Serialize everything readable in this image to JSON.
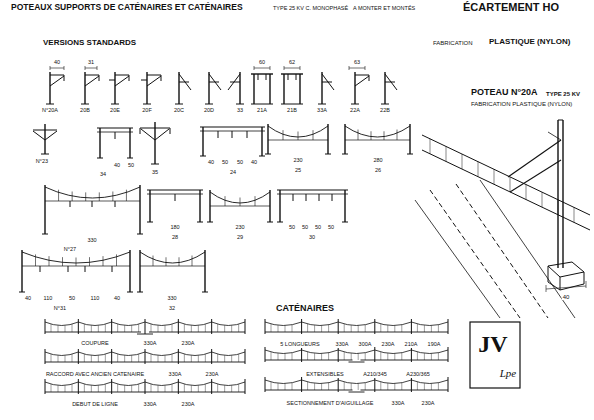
{
  "diagram": {
    "title": "POTEAUX SUPPORTS DE CATÉNAIRES ET CATÉNAIRES",
    "labels": [
      "TYPE 25 KV C. MONOPHASÉ",
      "A MONTER ET MONTÉS",
      "ÉCARTEMENT HO",
      "VERSIONS STANDARDS",
      "FABRICATION",
      "PLASTIQUE (NYLON)",
      "40",
      "31",
      "60",
      "62",
      "63",
      "N°20A",
      "20B",
      "20E",
      "20F",
      "20C",
      "20D",
      "33",
      "21A",
      "21B",
      "33A",
      "22A",
      "22B",
      "N°23",
      "34",
      "40",
      "50",
      "35",
      "40",
      "50",
      "50",
      "40",
      "24",
      "230",
      "25",
      "280",
      "26",
      "330",
      "N°27",
      "180",
      "28",
      "230",
      "29",
      "50",
      "50",
      "50",
      "50",
      "30",
      "40",
      "110",
      "50",
      "110",
      "40",
      "N°31",
      "330",
      "32",
      "POTEAU N°20A",
      "TYPE 25 KV",
      "FABRICATION PLASTIQUE (NYLON)",
      "40",
      "CATÉNAIRES",
      "COUPURE",
      "330A",
      "230A",
      "RACCORD AVEC ANCIEN CATENAIRE",
      "330A",
      "230A",
      "DEBUT DE LIGNE",
      "330A",
      "230A",
      "5 LONGUEURS",
      "330A",
      "300A",
      "230A",
      "210A",
      "190A",
      "EXTENSIBLES",
      "A210/345",
      "A230/365",
      "SECTIONNEMENT D'AIGUILLAGE",
      "330A",
      "230A",
      "JV",
      "Lpe"
    ]
  }
}
